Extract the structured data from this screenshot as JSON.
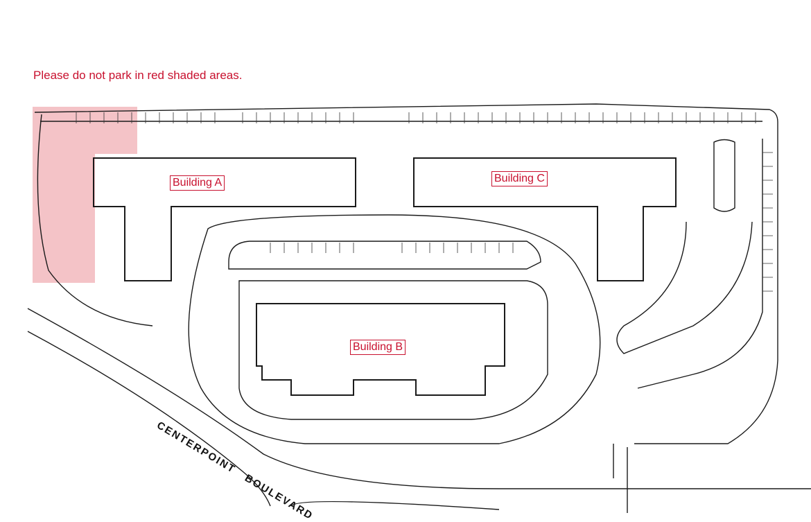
{
  "notice": "Please do not park in red shaded areas.",
  "buildings": {
    "a": "Building A",
    "b": "Building B",
    "c": "Building C"
  },
  "road": {
    "name": "CENTERPOINT   BOULEVARD"
  },
  "colors": {
    "no_parking_fill": "#f2b8bd",
    "label_red": "#c8102e",
    "line": "#1a1a1a"
  }
}
